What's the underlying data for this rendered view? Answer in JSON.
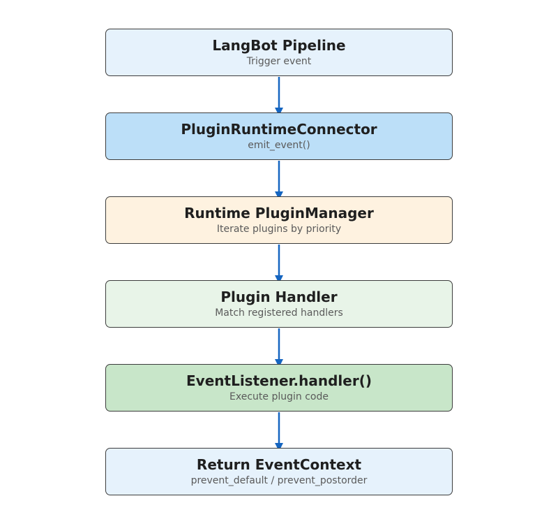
{
  "diagram": {
    "nodes": [
      {
        "title": "LangBot Pipeline",
        "subtitle": "Trigger event",
        "fill": "#e6f2fc"
      },
      {
        "title": "PluginRuntimeConnector",
        "subtitle": "emit_event()",
        "fill": "#bcdff8"
      },
      {
        "title": "Runtime PluginManager",
        "subtitle": "Iterate plugins by priority",
        "fill": "#fef2e0"
      },
      {
        "title": "Plugin Handler",
        "subtitle": "Match registered handlers",
        "fill": "#e8f4e8"
      },
      {
        "title": "EventListener.handler()",
        "subtitle": "Execute plugin code",
        "fill": "#c8e6c9"
      },
      {
        "title": "Return EventContext",
        "subtitle": "prevent_default / prevent_postorder",
        "fill": "#e6f2fc"
      }
    ],
    "colors": {
      "arrow": "#1565c0",
      "border": "#3c3c3c"
    }
  }
}
